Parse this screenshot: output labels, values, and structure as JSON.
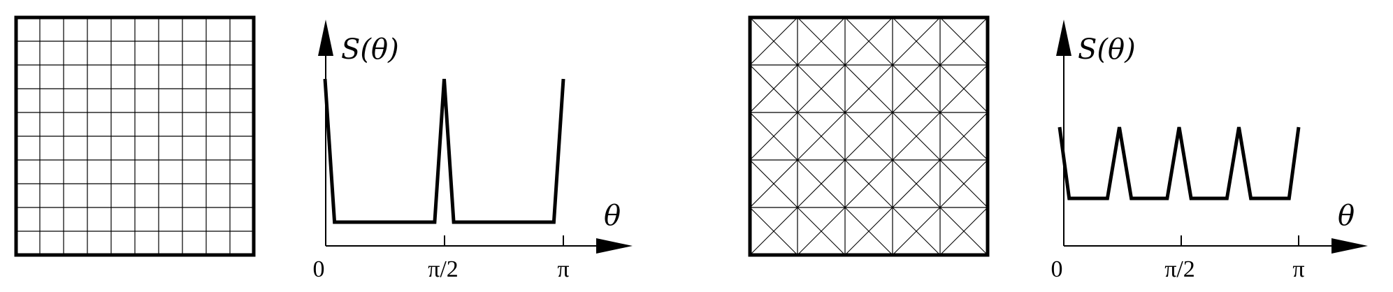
{
  "figures": [
    {
      "mesh": {
        "type": "square-grid",
        "divisions": 10
      },
      "plot": {
        "ylabel": "S(θ)",
        "xlabel": "θ",
        "ticks": [
          "0",
          "π/2",
          "π"
        ],
        "curve": [
          [
            0,
            1.0
          ],
          [
            0.04,
            0.0
          ],
          [
            0.46,
            0.0
          ],
          [
            0.5,
            1.0
          ],
          [
            0.54,
            0.0
          ],
          [
            0.96,
            0.0
          ],
          [
            1.0,
            1.0
          ]
        ]
      }
    },
    {
      "mesh": {
        "type": "crossed-grid",
        "divisions": 5
      },
      "plot": {
        "ylabel": "S(θ)",
        "xlabel": "θ",
        "ticks": [
          "0",
          "π/2",
          "π"
        ],
        "curve": [
          [
            0,
            1.0
          ],
          [
            0.04,
            0.0
          ],
          [
            0.2,
            0.0
          ],
          [
            0.25,
            1.0
          ],
          [
            0.3,
            0.0
          ],
          [
            0.45,
            0.0
          ],
          [
            0.5,
            1.0
          ],
          [
            0.55,
            0.0
          ],
          [
            0.7,
            0.0
          ],
          [
            0.75,
            1.0
          ],
          [
            0.8,
            0.0
          ],
          [
            0.96,
            0.0
          ],
          [
            1.0,
            1.0
          ]
        ]
      }
    }
  ]
}
